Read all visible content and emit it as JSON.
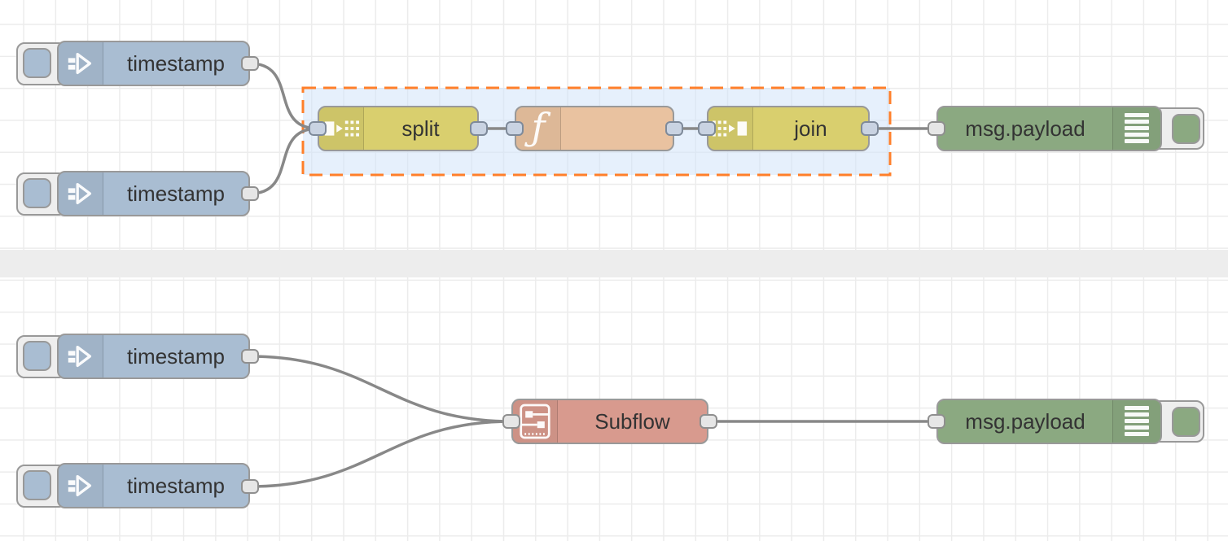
{
  "app": {
    "name": "flow-editor-canvas"
  },
  "palette_colors": {
    "inject": "#a9bdd2",
    "split_join": "#d9cf6e",
    "function": "#e9c2a0",
    "debug": "#8ba981",
    "subflow": "#d89a8e",
    "selection_border": "#ff7f2a",
    "selection_fill": "#e8f0fb",
    "wire": "#888888",
    "node_border": "#999999",
    "divider": "#ededed"
  },
  "icons": {
    "inject": "inject-arrow-icon",
    "split": "split-icon",
    "join": "join-icon",
    "function_glyph": "ƒ",
    "debug": "debug-lines-icon",
    "subflow": "subflow-icon"
  },
  "flows": {
    "top": {
      "inject1_label": "timestamp",
      "inject2_label": "timestamp",
      "split_label": "split",
      "function_label": "",
      "join_label": "join",
      "debug_label": "msg.payload",
      "selection_contains": [
        "split",
        "function",
        "join"
      ]
    },
    "bottom": {
      "inject1_label": "timestamp",
      "inject2_label": "timestamp",
      "subflow_label": "Subflow",
      "debug_label": "msg.payload"
    }
  }
}
